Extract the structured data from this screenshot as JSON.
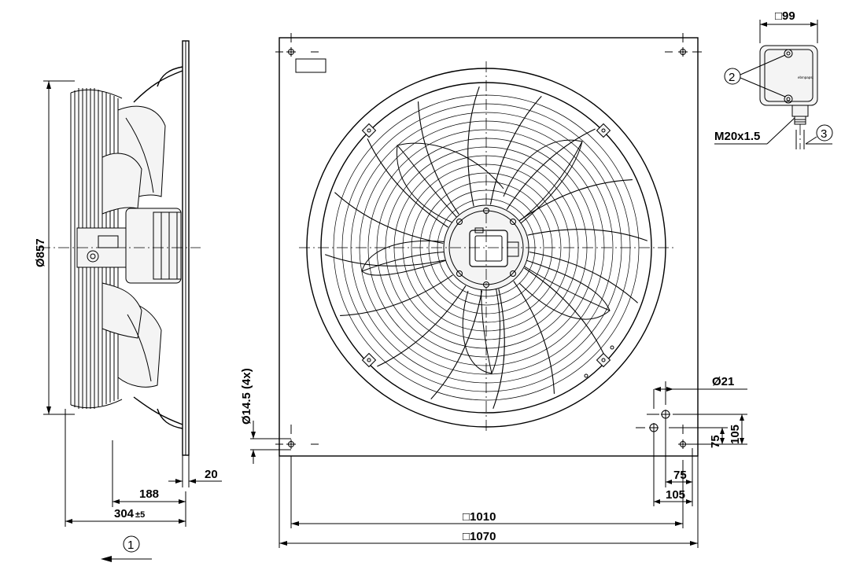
{
  "side_view": {
    "diameter_label": "Ø857",
    "flange_thickness_label": "20",
    "hub_depth_label": "188",
    "overall_depth_label": "304",
    "overall_depth_tolerance": "±5",
    "airflow_marker": "1"
  },
  "front_view": {
    "hole_diameter_label": "Ø14.5 (4x)",
    "inner_square_label": "□1010",
    "outer_square_label": "□1070"
  },
  "detail": {
    "mount_hole_diameter_label": "Ø21",
    "offset_small_vertical": "75",
    "offset_large_vertical": "105",
    "offset_small_horizontal": "75",
    "offset_large_horizontal": "105"
  },
  "terminal_box": {
    "size_label": "□99",
    "screw_marker": "2",
    "gland_label": "M20x1.5",
    "gland_marker": "3",
    "brand_text": "ebmpapst"
  }
}
